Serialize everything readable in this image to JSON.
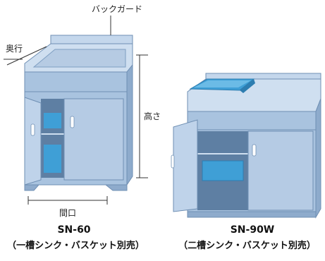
{
  "annotations": {
    "backguard": "バックガード",
    "depth": "奥行",
    "height": "高さ",
    "width": "間口"
  },
  "products": [
    {
      "model": "SN-60",
      "description": "（一槽シンク・バスケット別売）"
    },
    {
      "model": "SN-90W",
      "description": "（二槽シンク・バスケット別売）"
    }
  ],
  "colors": {
    "cabinet_body": "#a9c3df",
    "cabinet_dark": "#7f9fc2",
    "cabinet_light": "#cfdff0",
    "basket": "#3f9fd6",
    "interior": "#5e7fa3"
  }
}
